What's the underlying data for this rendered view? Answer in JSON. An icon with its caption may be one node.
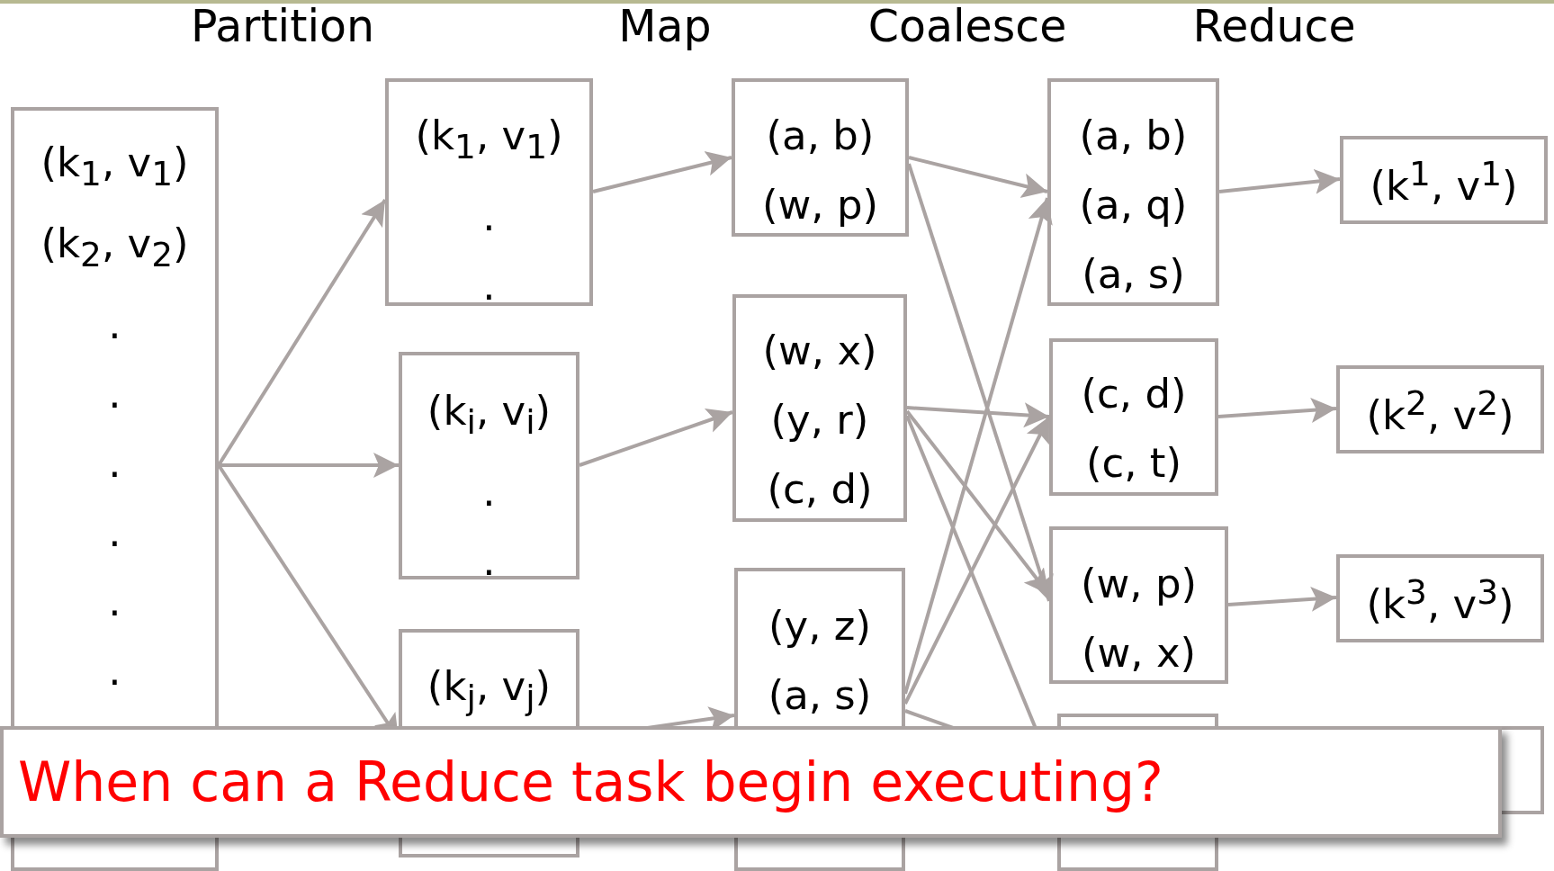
{
  "diagram": {
    "nodes": [
      {
        "text": [
          "(k$_{1}$, v$_{1}$)",
          "(k$_{2}$, v$_{2}$)",
          ".",
          ".",
          ".",
          ".",
          ".",
          "."
        ]
      },
      {
        "text": [
          "(k$_{1}$, v$_{1}$)",
          ".",
          "."
        ]
      },
      {
        "text": [
          "(k$_{i}$, v$_{i}$)",
          ".",
          "."
        ]
      },
      {
        "text": [
          "(k$_{j}$, v$_{j}$)"
        ]
      },
      {
        "text": [
          "(a, b)",
          "(w, p)"
        ]
      },
      {
        "text": [
          "(w, x)",
          "(y, r)",
          "(c, d)"
        ]
      },
      {
        "text": [
          "(y, z)",
          "(a, s)"
        ]
      },
      {
        "text": [
          "(a, b)",
          "(a, q)",
          "(a, s)"
        ]
      },
      {
        "text": [
          "(c, d)",
          "(c, t)"
        ]
      },
      {
        "text": [
          "(w, p)",
          "(w, x)"
        ]
      },
      {
        "text": [],
        "shape": "box"
      },
      {
        "text": [
          "(k$^{1}$, v$^{1}$)"
        ]
      },
      {
        "text": [
          "(k$^{2}$, v$^{2}$)"
        ]
      },
      {
        "text": [
          "(k$^{3}$, v$^{3}$)"
        ]
      },
      {
        "text": [],
        "shape": "box"
      }
    ],
    "edges": [
      {
        "from": 0,
        "to": 1,
        "arrow": "to"
      },
      {
        "from": 0,
        "to": 2,
        "arrow": "to"
      },
      {
        "from": 0,
        "to": 3,
        "arrow": "to"
      },
      {
        "from": 1,
        "to": 4,
        "arrow": "to"
      },
      {
        "from": 2,
        "to": 5,
        "arrow": "to"
      },
      {
        "from": 3,
        "to": 6,
        "arrow": "to"
      },
      {
        "from": 4,
        "to": 7,
        "arrow": "to"
      },
      {
        "from": 4,
        "to": 9,
        "arrow": "to"
      },
      {
        "from": 5,
        "to": 8,
        "arrow": "to"
      },
      {
        "from": 5,
        "to": 9,
        "arrow": "to"
      },
      {
        "from": 5,
        "to": 10,
        "arrow": "to"
      },
      {
        "from": 6,
        "to": 7,
        "arrow": "to"
      },
      {
        "from": 6,
        "to": 8,
        "arrow": "to"
      },
      {
        "from": 6,
        "to": 10,
        "arrow": "to"
      },
      {
        "from": 7,
        "to": 11,
        "arrow": "to"
      },
      {
        "from": 8,
        "to": 12,
        "arrow": "to"
      },
      {
        "from": 9,
        "to": 13,
        "arrow": "to"
      }
    ],
    "labels": [
      "Partition",
      "Map",
      "Coalesce",
      "Reduce",
      "When can a Reduce task begin executing?"
    ]
  }
}
